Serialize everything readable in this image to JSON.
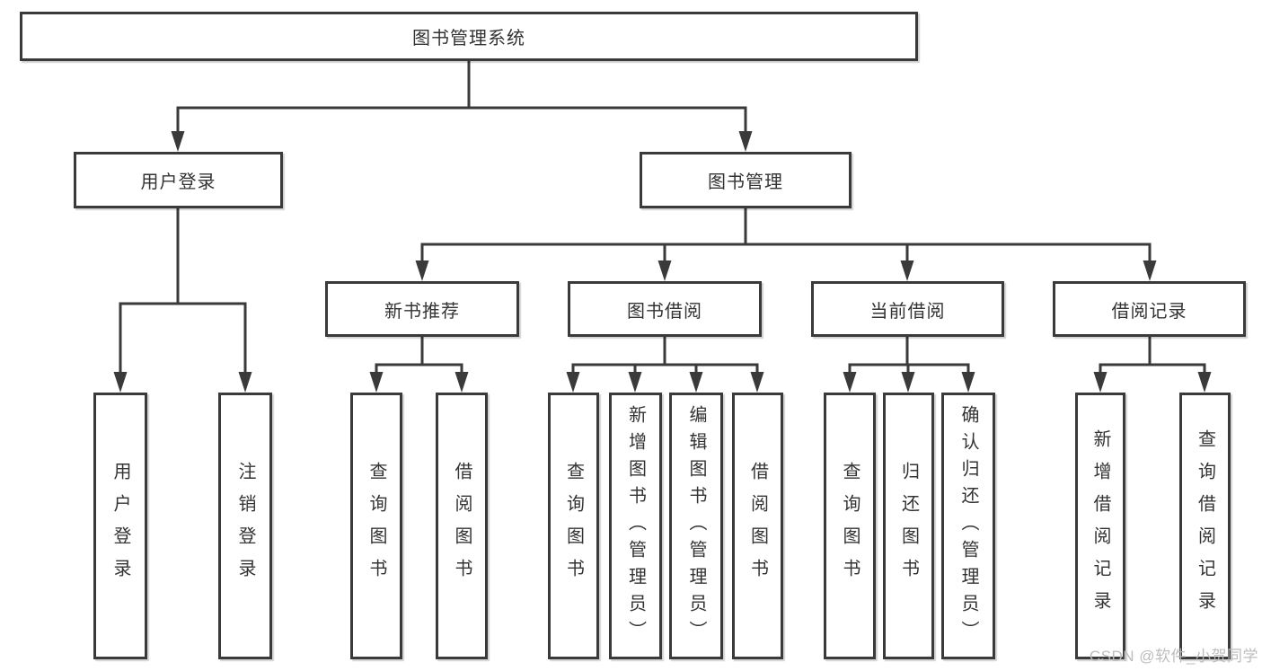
{
  "diagram": {
    "nodes": {
      "root": "图书管理系统",
      "user_login": "用户登录",
      "book_mgmt": "图书管理",
      "new_book_rec": "新书推荐",
      "book_borrow": "图书借阅",
      "current_borrow": "当前借阅",
      "borrow_records": "借阅记录",
      "leaf_user_login": "用户登录",
      "leaf_logout": "注销登录",
      "leaf_newbook_query": "查询图书",
      "leaf_newbook_borrow": "借阅图书",
      "leaf_borrow_query": "查询图书",
      "leaf_borrow_add": "新增图书（管理员）",
      "leaf_borrow_edit": "编辑图书（管理员）",
      "leaf_borrow_borrow": "借阅图书",
      "leaf_current_query": "查询图书",
      "leaf_current_return": "归还图书",
      "leaf_current_confirm": "确认归还（管理员）",
      "leaf_records_add": "新增借阅记录",
      "leaf_records_query": "查询借阅记录"
    },
    "colors": {
      "line": "#3a3a3a",
      "text": "#333333",
      "background": "#ffffff",
      "watermark": "#b9b9b9"
    },
    "watermark": "CSDN @软件_小贺同学"
  }
}
